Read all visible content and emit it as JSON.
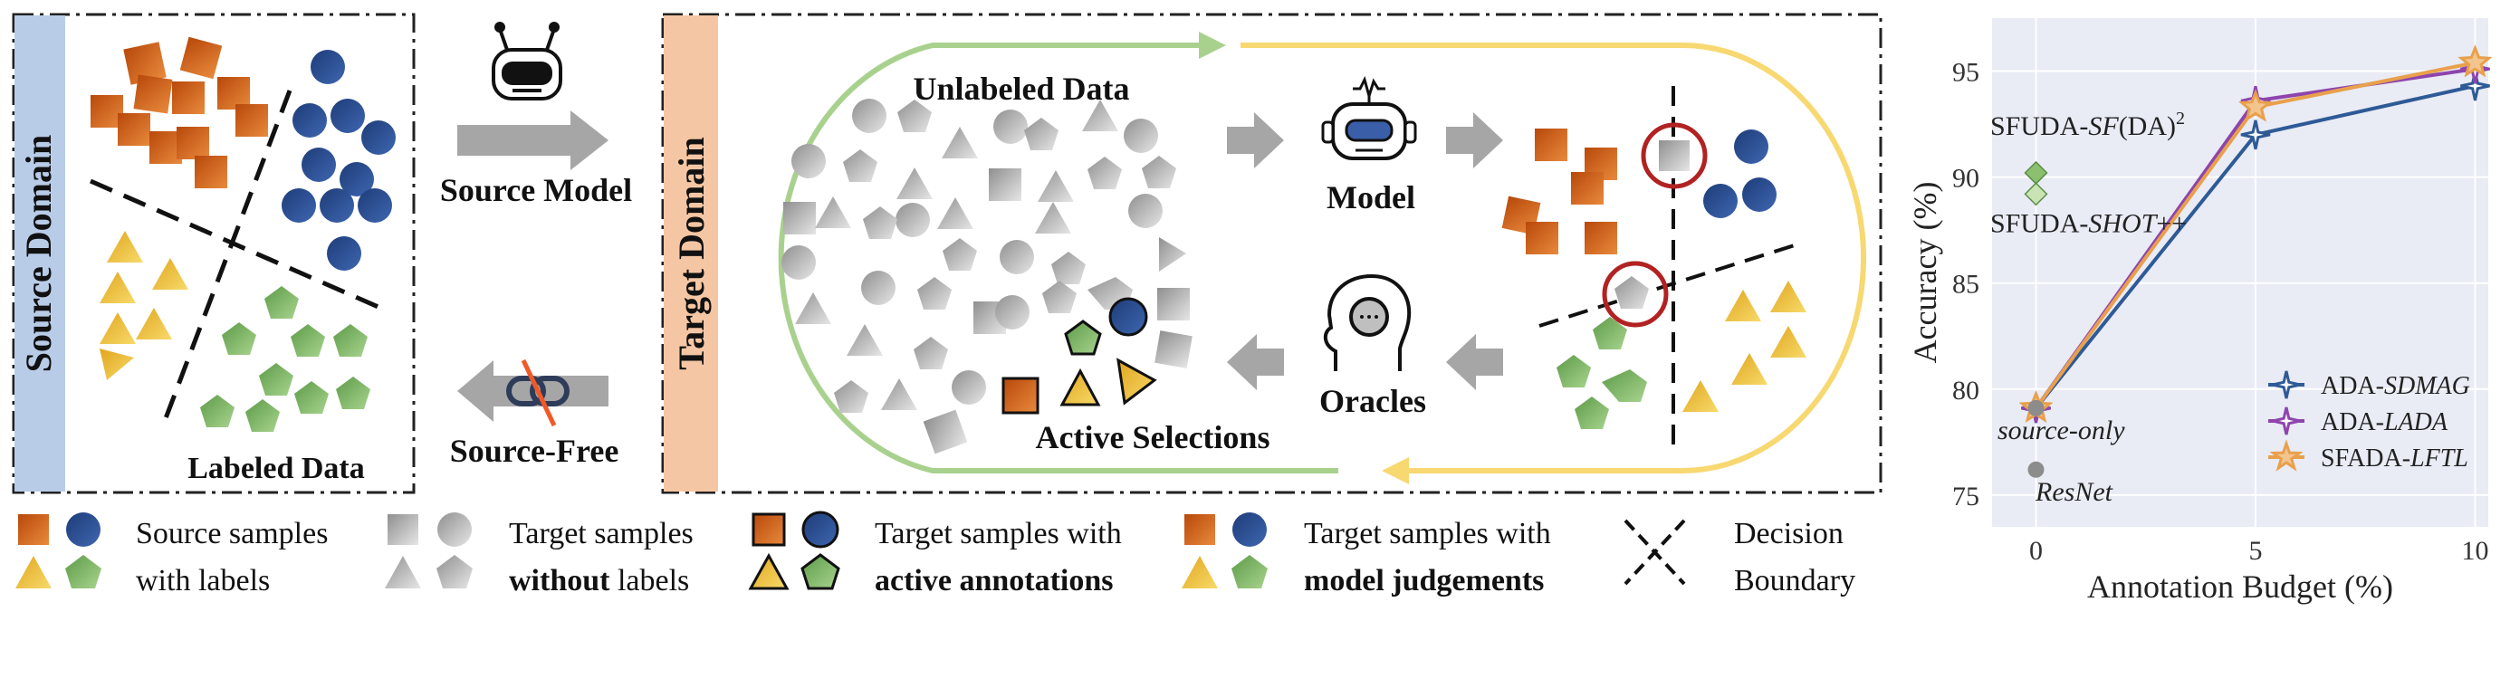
{
  "source_panel": {
    "title": "Source Domain",
    "caption": "Labeled Data"
  },
  "arrows": {
    "source_model": "Source Model",
    "source_free": "Source-Free"
  },
  "target_panel": {
    "title": "Target Domain",
    "unlabeled": "Unlabeled Data",
    "model": "Model",
    "oracles": "Oracles",
    "active": "Active Selections"
  },
  "legend": {
    "item1": {
      "line1": "Source samples",
      "line2": "with labels"
    },
    "item2": {
      "line1": "Target samples",
      "line2_bold": "without",
      "line2_rest": " labels"
    },
    "item3": {
      "line1": "Target samples with",
      "line2_bold": "active annotations"
    },
    "item4": {
      "line1": "Target samples with",
      "line2_bold": "model judgements"
    },
    "item5": {
      "line1": "Decision",
      "line2": "Boundary"
    }
  },
  "colors": {
    "orange": "#c8540f",
    "blue": "#2f4f8f",
    "yellow": "#f2c33c",
    "green": "#8cbf6f",
    "gray": "#a6a6a6",
    "source_bar": "#b8cce8",
    "target_bar": "#f5c6a3",
    "loop_green": "#a9d18e",
    "loop_yellow": "#f7d871",
    "red": "#b22222",
    "chart_bg": "#e9ebf5",
    "sdmag": "#2e5a96",
    "lada": "#8e44ad",
    "lftl": "#e8a04c"
  },
  "chart_data": {
    "type": "line",
    "xlabel": "Annotation Budget (%)",
    "ylabel": "Accuracy (%)",
    "xticks": [
      "0",
      "5",
      "10"
    ],
    "yticks": [
      "75",
      "80",
      "85",
      "90",
      "95"
    ],
    "xlim": [
      -1,
      10.3
    ],
    "ylim": [
      73.5,
      97.5
    ],
    "grid": true,
    "legend_position": "bottom-right",
    "series": [
      {
        "name": "ADA-SDMAG",
        "name_prefix": "ADA-",
        "name_italic": "SDMAG",
        "marker": "star4",
        "color": "#2e5a96",
        "x": [
          0,
          5,
          10
        ],
        "y": [
          79.1,
          92.0,
          94.3
        ]
      },
      {
        "name": "ADA-LADA",
        "name_prefix": "ADA-",
        "name_italic": "LADA",
        "marker": "star4",
        "color": "#8e44ad",
        "x": [
          0,
          5,
          10
        ],
        "y": [
          79.1,
          93.6,
          95.1
        ]
      },
      {
        "name": "SFADA-LFTL",
        "name_prefix": "SFADA-",
        "name_italic": "LFTL",
        "marker": "star5",
        "color": "#e8a04c",
        "x": [
          0,
          5,
          10
        ],
        "y": [
          79.1,
          93.3,
          95.4
        ]
      }
    ],
    "points": [
      {
        "label": "SFUDA-SF(DA)²",
        "x": 0,
        "y": 90.2,
        "marker": "diamond",
        "color": "#8cbf6f"
      },
      {
        "label": "SFUDA-SHOT++",
        "x": 0,
        "y": 89.2,
        "marker": "diamond",
        "color": "#c9e3b4"
      },
      {
        "label": "source-only",
        "x": 0,
        "y": 79.1,
        "marker": "circle",
        "color": "#8c8c8c"
      },
      {
        "label": "ResNet",
        "x": 0,
        "y": 76.2,
        "marker": "circle",
        "color": "#8c8c8c"
      }
    ],
    "annotations": {
      "sfda_prefix": "SFUDA-",
      "sfda_italic": "SF",
      "sfda_mid": "(DA)",
      "sfda_sup": "2",
      "shot_prefix": "SFUDA-",
      "shot_italic": "SHOT",
      "shot_suffix": "++",
      "source_only": "source-only",
      "resnet": "ResNet"
    }
  }
}
